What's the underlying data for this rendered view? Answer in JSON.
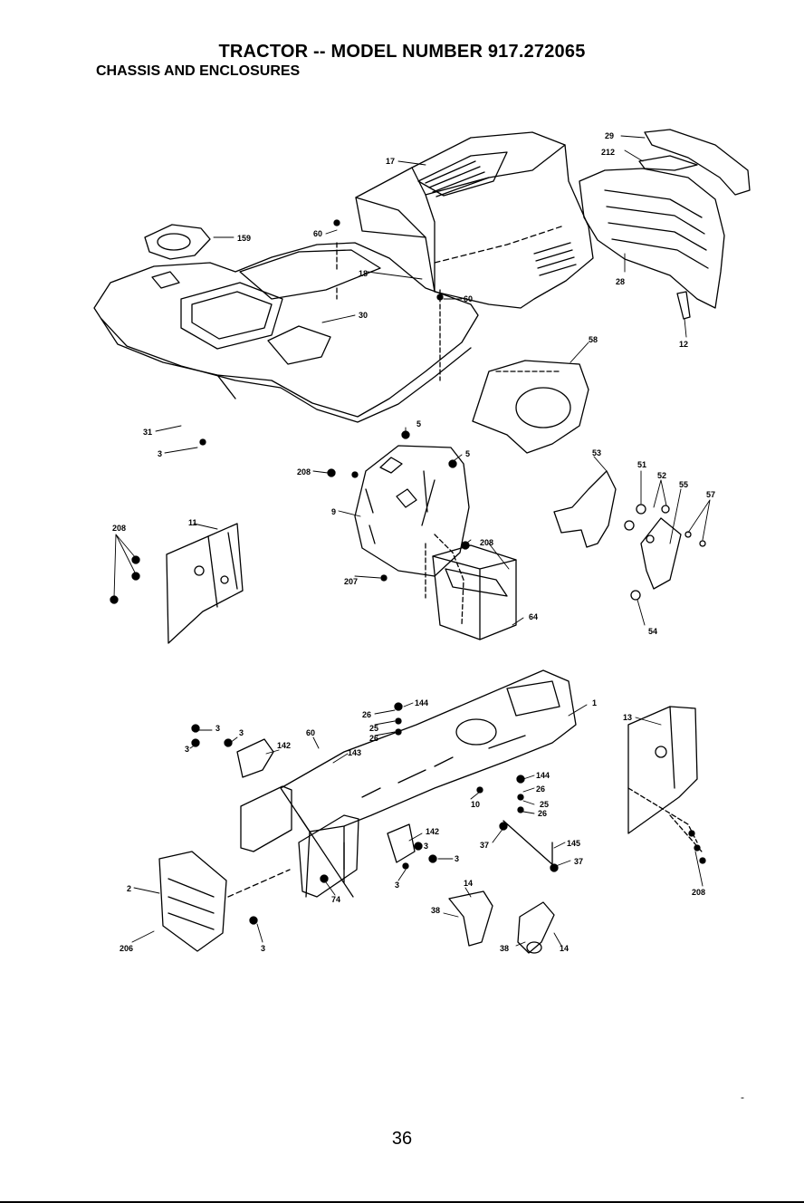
{
  "header": {
    "title": "TRACTOR -- MODEL NUMBER 917.272065",
    "subtitle": "CHASSIS AND ENCLOSURES"
  },
  "page_number": "36",
  "stray_mark": "-",
  "callouts": [
    {
      "id": "c-29",
      "label": "29"
    },
    {
      "id": "c-212",
      "label": "212"
    },
    {
      "id": "c-17",
      "label": "17"
    },
    {
      "id": "c-159",
      "label": "159"
    },
    {
      "id": "c-60a",
      "label": "60"
    },
    {
      "id": "c-18",
      "label": "18"
    },
    {
      "id": "c-60b",
      "label": "60"
    },
    {
      "id": "c-30",
      "label": "30"
    },
    {
      "id": "c-28a",
      "label": "28"
    },
    {
      "id": "c-12",
      "label": "12"
    },
    {
      "id": "c-58",
      "label": "58"
    },
    {
      "id": "c-31",
      "label": "31"
    },
    {
      "id": "c-3a",
      "label": "3"
    },
    {
      "id": "c-5a",
      "label": "5"
    },
    {
      "id": "c-5b",
      "label": "5"
    },
    {
      "id": "c-208a",
      "label": "208"
    },
    {
      "id": "c-9",
      "label": "9"
    },
    {
      "id": "c-208b",
      "label": "208"
    },
    {
      "id": "c-11",
      "label": "11"
    },
    {
      "id": "c-208c",
      "label": "208"
    },
    {
      "id": "c-207",
      "label": "207"
    },
    {
      "id": "c-64",
      "label": "64"
    },
    {
      "id": "c-53",
      "label": "53"
    },
    {
      "id": "c-51",
      "label": "51"
    },
    {
      "id": "c-52",
      "label": "52"
    },
    {
      "id": "c-55",
      "label": "55"
    },
    {
      "id": "c-57",
      "label": "57"
    },
    {
      "id": "c-54",
      "label": "54"
    },
    {
      "id": "c-1",
      "label": "1"
    },
    {
      "id": "c-13",
      "label": "13"
    },
    {
      "id": "c-144a",
      "label": "144"
    },
    {
      "id": "c-26a",
      "label": "26"
    },
    {
      "id": "c-25a",
      "label": "25"
    },
    {
      "id": "c-26b",
      "label": "26"
    },
    {
      "id": "c-3b",
      "label": "3"
    },
    {
      "id": "c-3c",
      "label": "3"
    },
    {
      "id": "c-3d",
      "label": "3"
    },
    {
      "id": "c-142a",
      "label": "142"
    },
    {
      "id": "c-60c",
      "label": "60"
    },
    {
      "id": "c-143",
      "label": "143"
    },
    {
      "id": "c-144b",
      "label": "144"
    },
    {
      "id": "c-26c",
      "label": "26"
    },
    {
      "id": "c-25b",
      "label": "25"
    },
    {
      "id": "c-26d",
      "label": "26"
    },
    {
      "id": "c-10",
      "label": "10"
    },
    {
      "id": "c-142b",
      "label": "142"
    },
    {
      "id": "c-3e",
      "label": "3"
    },
    {
      "id": "c-3f",
      "label": "3"
    },
    {
      "id": "c-3g",
      "label": "3"
    },
    {
      "id": "c-37a",
      "label": "37"
    },
    {
      "id": "c-145",
      "label": "145"
    },
    {
      "id": "c-37b",
      "label": "37"
    },
    {
      "id": "c-208d",
      "label": "208"
    },
    {
      "id": "c-2",
      "label": "2"
    },
    {
      "id": "c-74",
      "label": "74"
    },
    {
      "id": "c-14a",
      "label": "14"
    },
    {
      "id": "c-38a",
      "label": "38"
    },
    {
      "id": "c-38b",
      "label": "38"
    },
    {
      "id": "c-14b",
      "label": "14"
    },
    {
      "id": "c-206",
      "label": "206"
    },
    {
      "id": "c-3h",
      "label": "3"
    }
  ]
}
